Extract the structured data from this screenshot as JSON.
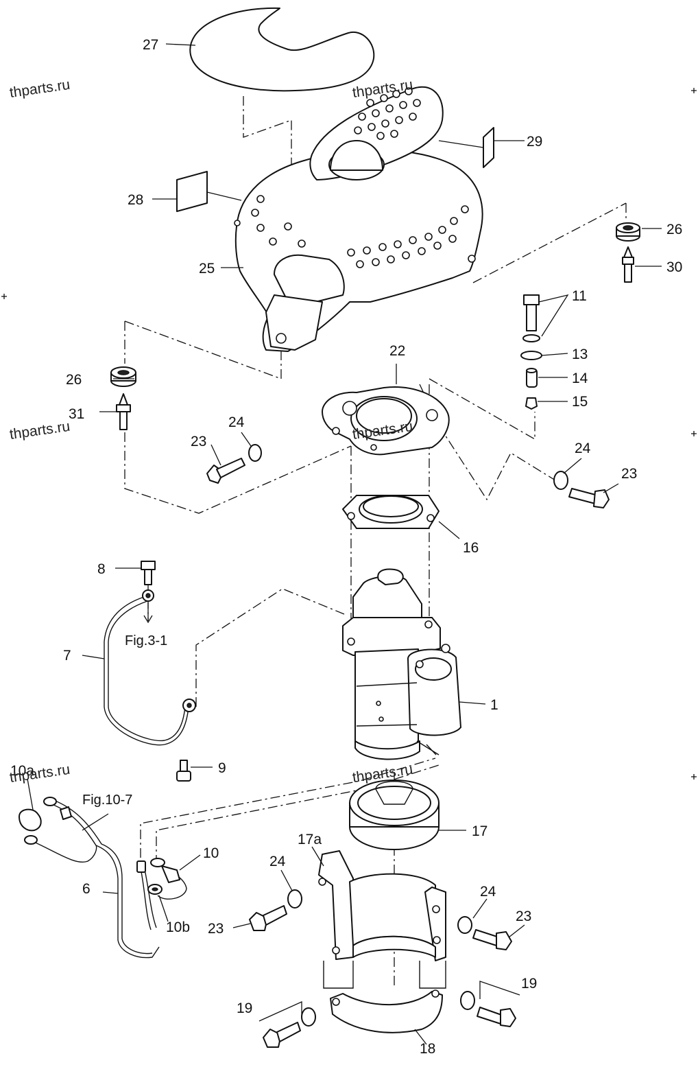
{
  "callouts": {
    "c27": "27",
    "c29": "29",
    "c28": "28",
    "c26a": "26",
    "c30": "30",
    "c25": "25",
    "c11": "11",
    "c13": "13",
    "c14": "14",
    "c15": "15",
    "c22": "22",
    "c26b": "26",
    "c31": "31",
    "c24a": "24",
    "c23a": "23",
    "c24b": "24",
    "c23b": "23",
    "c16": "16",
    "c8": "8",
    "c7": "7",
    "c1": "1",
    "c9": "9",
    "c10a": "10a",
    "c17": "17",
    "c17a": "17a",
    "c10": "10",
    "c24c": "24",
    "c24d": "24",
    "c23c": "23",
    "c23d": "23",
    "c6": "6",
    "c10b": "10b",
    "c19a": "19",
    "c19b": "19",
    "c18": "18"
  },
  "references": {
    "fig_3_1": "Fig.3-1",
    "fig_10_7": "Fig.10-7"
  },
  "watermarks": {
    "w1": "thparts.ru",
    "w2": "thparts.ru",
    "w3": "thparts.ru",
    "w4": "thparts.ru",
    "w5": "thparts.ru",
    "w6": "thparts.ru"
  }
}
